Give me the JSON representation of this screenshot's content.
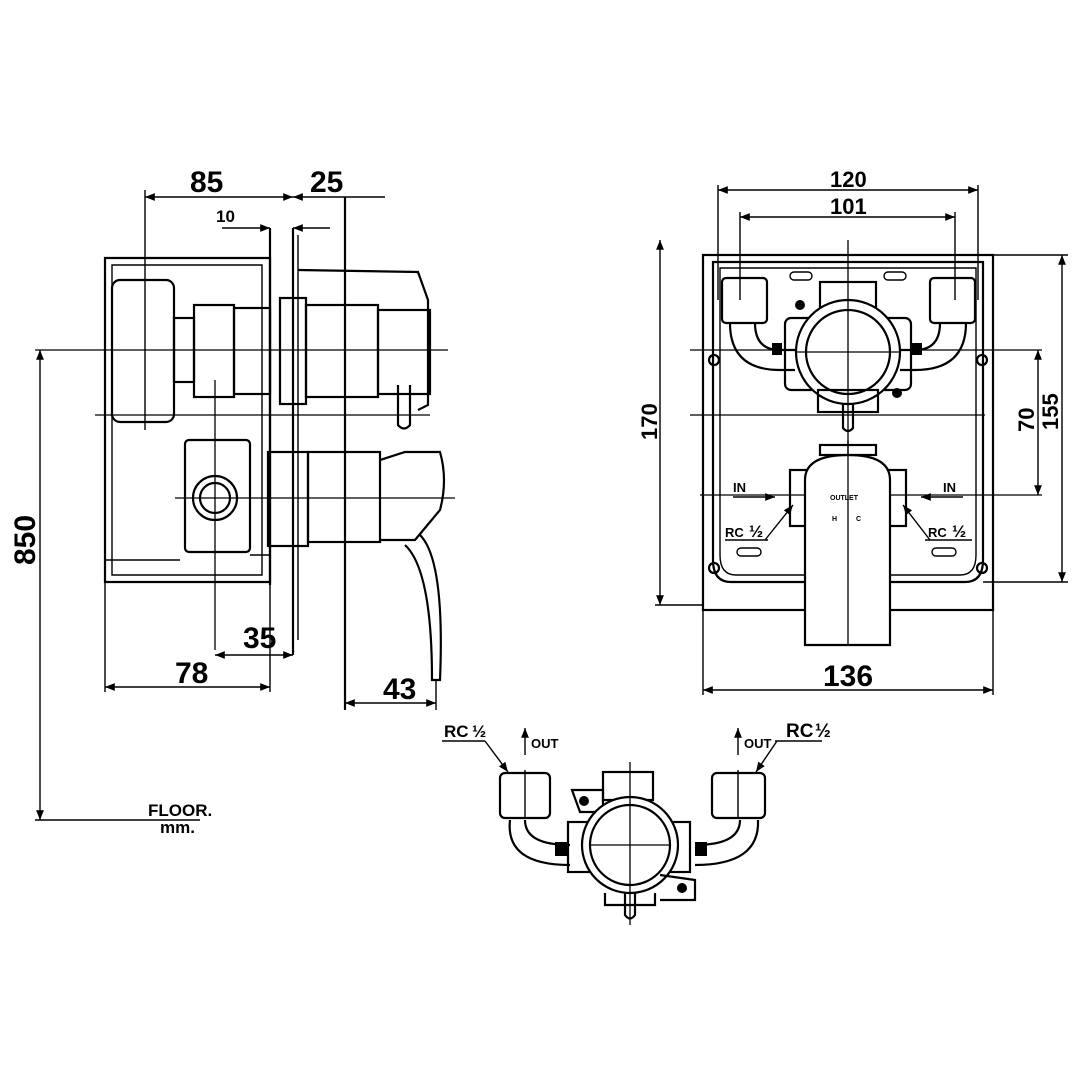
{
  "side_view": {
    "dim_85": "85",
    "dim_25": "25",
    "dim_10": "10",
    "dim_35": "35",
    "dim_78": "78",
    "dim_43": "43",
    "dim_850": "850",
    "floor_label": "FLOOR.",
    "floor_unit": "mm."
  },
  "front_view": {
    "dim_120": "120",
    "dim_101": "101",
    "dim_170": "170",
    "dim_70": "70",
    "dim_155": "155",
    "dim_136": "136",
    "in_left": "IN",
    "in_right": "IN",
    "rc_left": "RC",
    "rc_right": "RC",
    "half": "½",
    "outlet": "OUTLET",
    "hot": "H",
    "cold": "C"
  },
  "bottom_view": {
    "rc_left": "RC",
    "rc_right": "RC",
    "half": "½",
    "out_left": "OUT",
    "out_right": "OUT"
  }
}
